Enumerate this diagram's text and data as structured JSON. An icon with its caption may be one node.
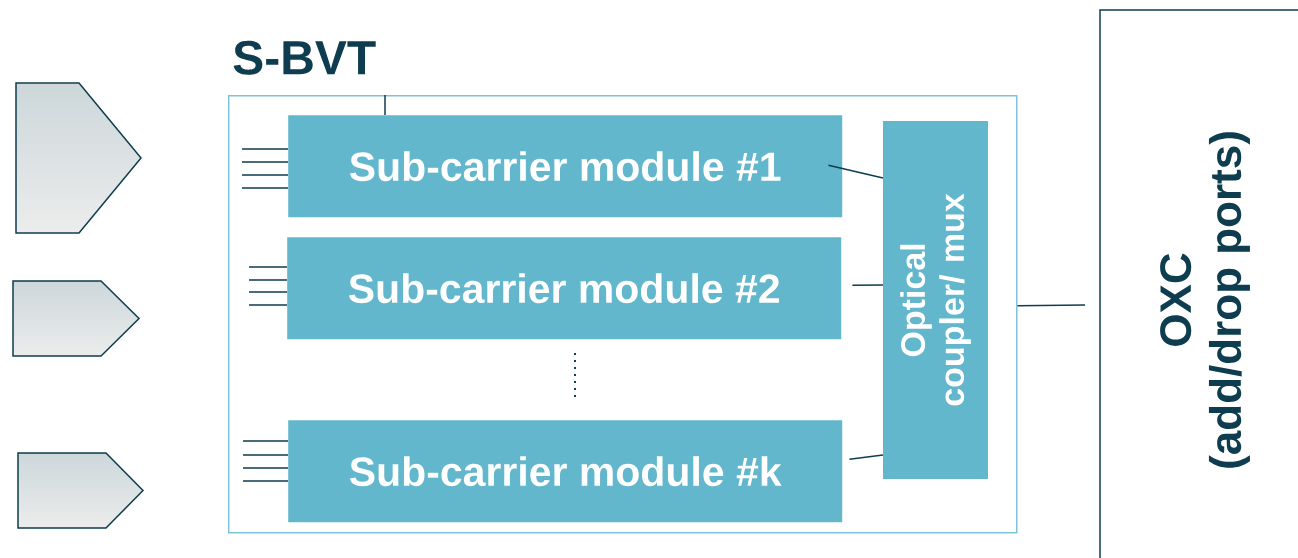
{
  "diagram": {
    "nodes": [
      {
        "text": [
          "S-BVT"
        ]
      },
      {
        "text": [
          "Sub-carrier module #1"
        ],
        "in": 0
      },
      {
        "text": [
          "Sub-carrier module #2"
        ],
        "in": 0
      },
      {
        "text": [
          "Sub-carrier module #k"
        ],
        "in": 0
      },
      {
        "text": [
          "Optical coupler/ mux"
        ],
        "in": 0
      },
      {
        "text": [
          "OXC",
          "(add/drop ports)"
        ]
      },
      {
        "text": [],
        "shape": "pentagon"
      },
      {
        "text": [],
        "shape": "pentagon"
      },
      {
        "text": [],
        "shape": "pentagon"
      }
    ],
    "edges": [
      {
        "from": 1,
        "to": 4,
        "arrow": "none"
      },
      {
        "from": 2,
        "to": 4,
        "arrow": "none"
      },
      {
        "from": 3,
        "to": 4,
        "arrow": "none"
      },
      {
        "from": 0,
        "to": 5,
        "arrow": "none"
      },
      {
        "from": 1,
        "to": null,
        "arrow": "none"
      }
    ]
  }
}
